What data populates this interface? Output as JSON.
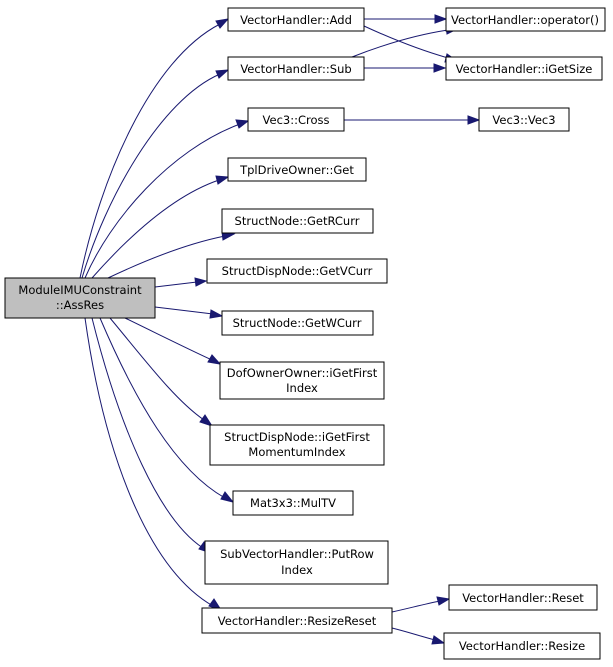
{
  "colors": {
    "edge": "#191970",
    "root_fill": "#bfbfbf",
    "node_fill": "#ffffff",
    "border": "#000000"
  },
  "nodes": {
    "root": [
      "ModuleIMUConstraint",
      "::AssRes"
    ],
    "add": [
      "VectorHandler::Add"
    ],
    "sub": [
      "VectorHandler::Sub"
    ],
    "op": [
      "VectorHandler::operator()"
    ],
    "igetsize": [
      "VectorHandler::iGetSize"
    ],
    "cross": [
      "Vec3::Cross"
    ],
    "vec3": [
      "Vec3::Vec3"
    ],
    "tplget": [
      "TplDriveOwner::Get"
    ],
    "getrcurr": [
      "StructNode::GetRCurr"
    ],
    "getvcurr": [
      "StructDispNode::GetVCurr"
    ],
    "getwcurr": [
      "StructNode::GetWCurr"
    ],
    "igetfirst": [
      "DofOwnerOwner::iGetFirst",
      "Index"
    ],
    "igetfirstmom": [
      "StructDispNode::iGetFirst",
      "MomentumIndex"
    ],
    "multv": [
      "Mat3x3::MulTV"
    ],
    "putrow": [
      "SubVectorHandler::PutRow",
      "Index"
    ],
    "resizereset": [
      "VectorHandler::ResizeReset"
    ],
    "reset": [
      "VectorHandler::Reset"
    ],
    "resize": [
      "VectorHandler::Resize"
    ]
  }
}
